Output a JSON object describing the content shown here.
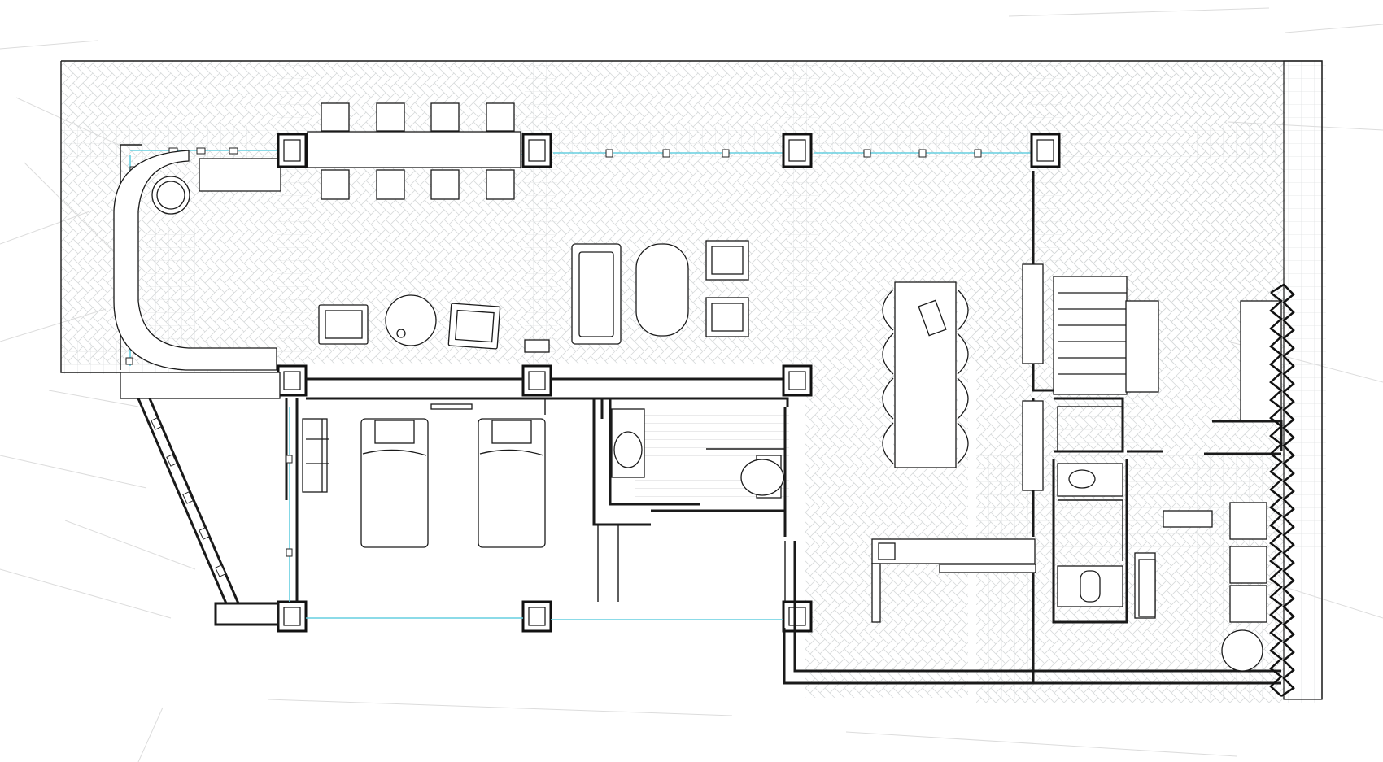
{
  "drawing": {
    "type": "architectural-floor-plan",
    "colors": {
      "wall": "#1a1a1a",
      "glazing": "#66cfe0",
      "herringbone_pattern": "#d6d9da",
      "grid_tile": "#dfe2e3",
      "context_lines": "#dcdcdc",
      "background": "#ffffff"
    },
    "text_labels": []
  },
  "zones": {
    "terrace": {
      "floor": "herringbone",
      "furniture": [
        "outdoor-dining-table",
        "bench-seats",
        "sofa",
        "oval-coffee-table",
        "armchairs",
        "round-side-table",
        "curved-built-in-bench",
        "round-planter"
      ]
    },
    "bedroom": {
      "furniture": [
        "single-bed",
        "single-bed",
        "desk-chairs"
      ]
    },
    "bathroom_1": {
      "fixtures": [
        "washbasin",
        "toilet",
        "shower"
      ]
    },
    "dining": {
      "furniture": [
        "dining-table",
        "dining-chair-x8"
      ]
    },
    "kitchen": {
      "fixtures": [
        "counter",
        "sink"
      ]
    },
    "stairs": {
      "fixtures": [
        "staircase"
      ]
    },
    "bathroom_2": {
      "fixtures": [
        "washbasin",
        "squat-toilet"
      ]
    },
    "utility": {
      "fixtures": [
        "laundry-units",
        "round-tank"
      ]
    }
  }
}
